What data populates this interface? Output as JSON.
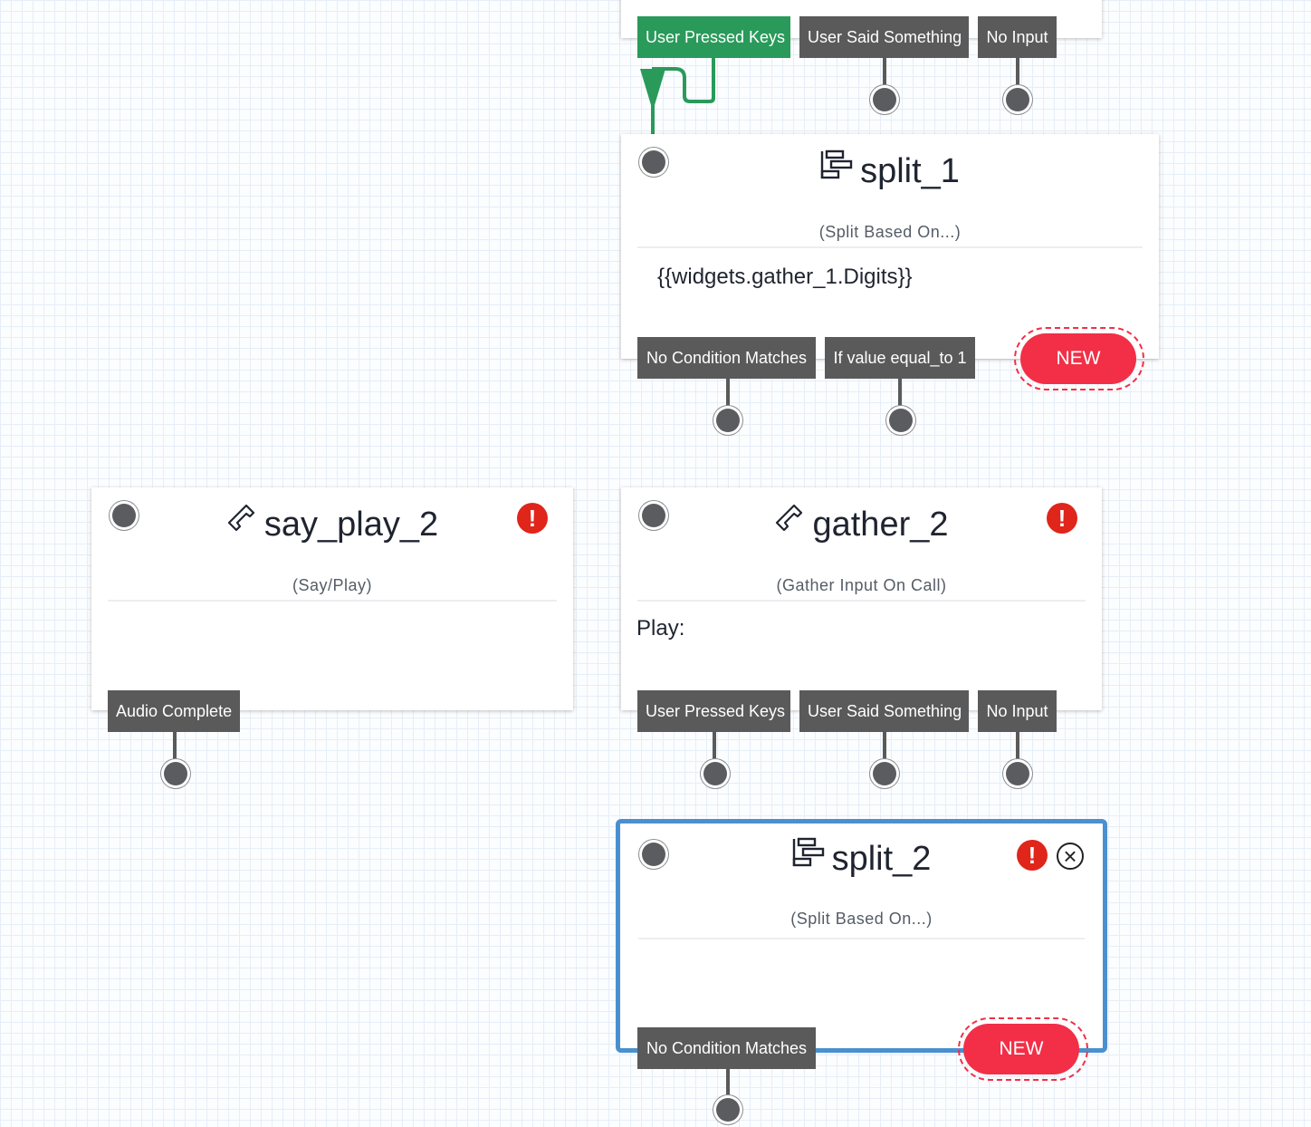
{
  "top_card": {
    "transitions": [
      "User Pressed Keys",
      "User Said Something",
      "No Input"
    ]
  },
  "split_1": {
    "title": "split_1",
    "subtitle": "(Split Based On...)",
    "body": "{{widgets.gather_1.Digits}}",
    "transitions": [
      "No Condition Matches",
      "If value equal_to 1"
    ],
    "new_label": "NEW"
  },
  "say_play_2": {
    "title": "say_play_2",
    "subtitle": "(Say/Play)",
    "warning": "!",
    "transitions": [
      "Audio Complete"
    ]
  },
  "gather_2": {
    "title": "gather_2",
    "subtitle": "(Gather Input On Call)",
    "body": "Play:",
    "warning": "!",
    "transitions": [
      "User Pressed Keys",
      "User Said Something",
      "No Input"
    ]
  },
  "split_2": {
    "title": "split_2",
    "subtitle": "(Split Based On...)",
    "warning": "!",
    "close": "×",
    "transitions": [
      "No Condition Matches"
    ],
    "new_label": "NEW"
  },
  "colors": {
    "accent_new": "#f22f46",
    "connected": "#2a9a5a",
    "selected_border": "#4a90cf",
    "warning": "#e0251b"
  },
  "icons": {
    "split": "split-icon",
    "phone": "phone-icon",
    "warning": "warning-icon",
    "close": "close-icon"
  }
}
